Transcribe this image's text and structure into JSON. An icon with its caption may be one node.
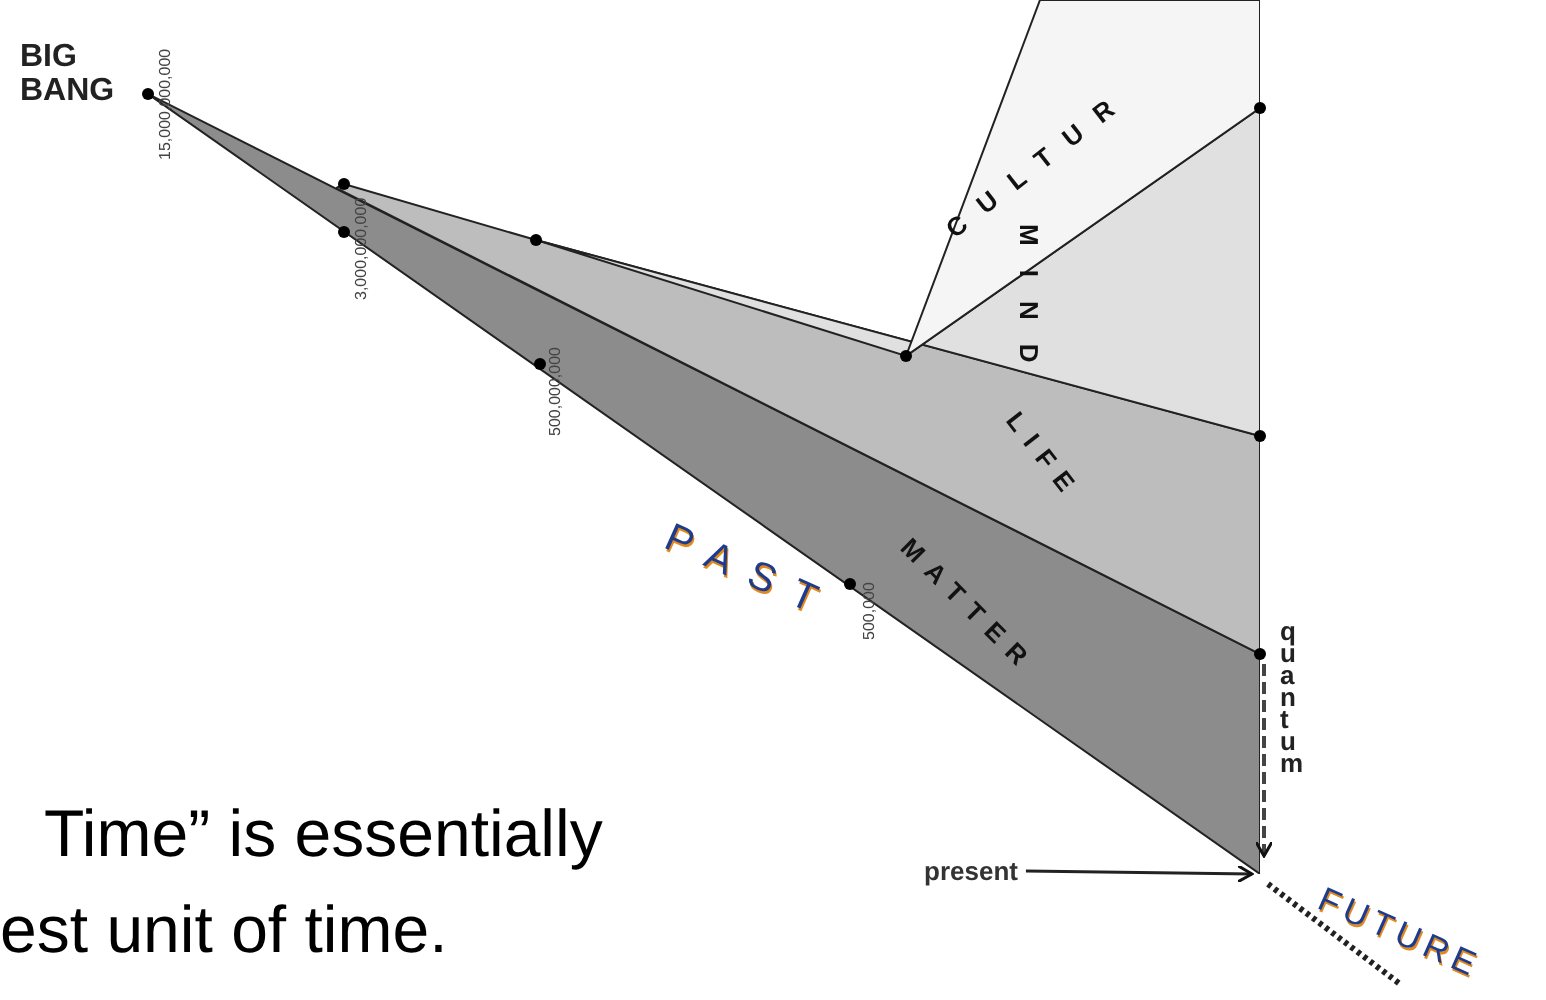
{
  "diagram": {
    "nodes": [
      {
        "text": [
          "MATTER"
        ]
      },
      {
        "text": [
          "LIFE"
        ]
      },
      {
        "text": [
          "MIND"
        ]
      },
      {
        "text": [
          "CULTUR"
        ]
      },
      {
        "text": [
          "present"
        ]
      }
    ],
    "edges": [
      {
        "from": 4,
        "to": 0,
        "arrow": "to"
      }
    ],
    "labels": [
      "BIG BANG",
      "15,000,000,000",
      "3,000,000,000",
      "500,000,000",
      "PAST",
      "500,000",
      "quantum",
      "FUTURE",
      "Time” is essentially",
      "est unit of time."
    ]
  }
}
